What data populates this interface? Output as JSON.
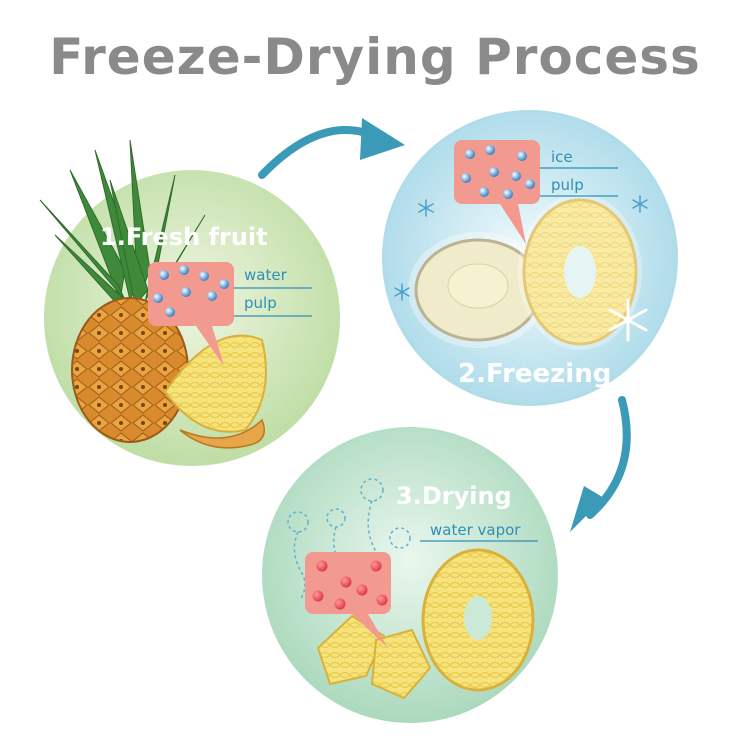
{
  "title": "Freeze-Drying Process",
  "stages": [
    {
      "label": "1.Fresh fruit",
      "annotations": [
        "water",
        "pulp"
      ]
    },
    {
      "label": "2.Freezing",
      "annotations": [
        "ice",
        "pulp"
      ]
    },
    {
      "label": "3.Drying",
      "annotations": [
        "water vapor"
      ]
    }
  ],
  "colors": {
    "title": "#8a8a8a",
    "stage1_bg": "#c9e3b3",
    "stage2_bg": "#bfe3ee",
    "stage3_bg": "#bfe5cf",
    "arrow": "#3a9ab8",
    "annotation_text": "#2f8fb6",
    "box_fill": "#f29a8f",
    "fruit_yellow": "#f6e27a"
  }
}
